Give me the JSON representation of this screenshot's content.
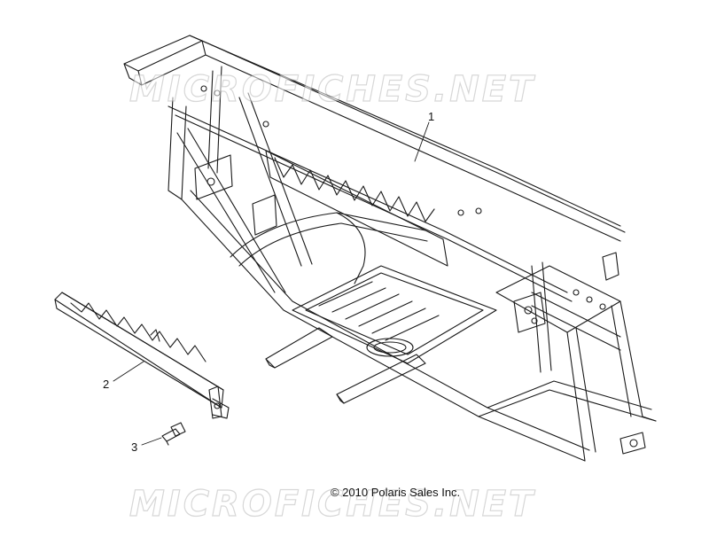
{
  "callouts": [
    {
      "label": "1",
      "part": "frame"
    },
    {
      "label": "2",
      "part": "side-brace"
    },
    {
      "label": "3",
      "part": "bolt"
    }
  ],
  "copyright": "© 2010 Polaris Sales Inc.",
  "watermark": "MICROFICHES.NET",
  "colors": {
    "line": "#1a1a1a",
    "watermark": "#b8b8b8"
  }
}
